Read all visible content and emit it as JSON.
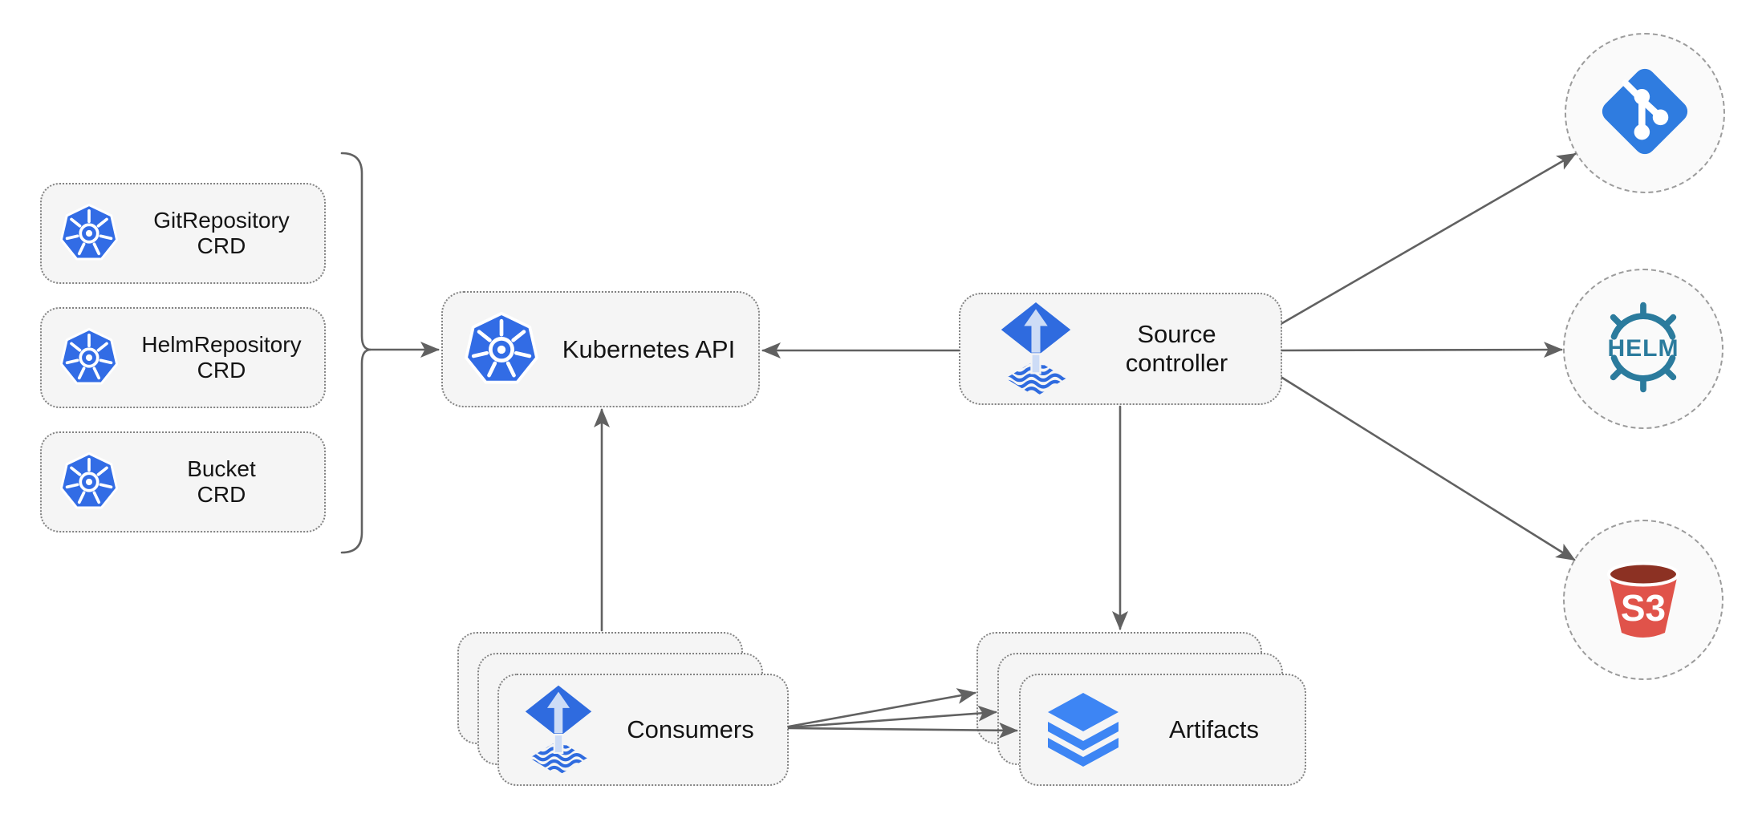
{
  "diagram": {
    "description": "Flux source-controller architecture diagram",
    "colors": {
      "background": "#ffffff",
      "node_fill": "#f5f5f5",
      "node_border": "#838383",
      "circle_fill": "#fafafa",
      "circle_border": "#9c9c9c",
      "connector": "#616161",
      "kubernetes_blue": "#326ce5",
      "flux_blue": "#2f6bdf",
      "flux_arrow_light": "#cddcf6",
      "layers_blue": "#3d85f4",
      "git_blue": "#2f7ce0",
      "helm_teal": "#2b7b9d",
      "s3_red": "#e0534a",
      "s3_dark_red": "#8c3123"
    },
    "nodes": {
      "crds": [
        {
          "name": "gitrepository-crd",
          "line1": "GitRepository",
          "line2": "CRD"
        },
        {
          "name": "helmrepository-crd",
          "line1": "HelmRepository",
          "line2": "CRD"
        },
        {
          "name": "bucket-crd",
          "line1": "Bucket",
          "line2": "CRD"
        }
      ],
      "kubernetes_api": {
        "label": "Kubernetes API"
      },
      "source_controller": {
        "line1": "Source",
        "line2": "controller"
      },
      "consumers": {
        "label": "Consumers"
      },
      "artifacts": {
        "label": "Artifacts"
      }
    },
    "external": {
      "helm_logo_text": "HELM",
      "s3_logo_text": "S3"
    },
    "icons": {
      "kubernetes": "kubernetes-icon",
      "flux": "flux-source-controller-icon",
      "layers": "layers-icon",
      "git": "git-icon",
      "helm": "helm-wheel-icon",
      "s3": "s3-bucket-icon"
    }
  }
}
